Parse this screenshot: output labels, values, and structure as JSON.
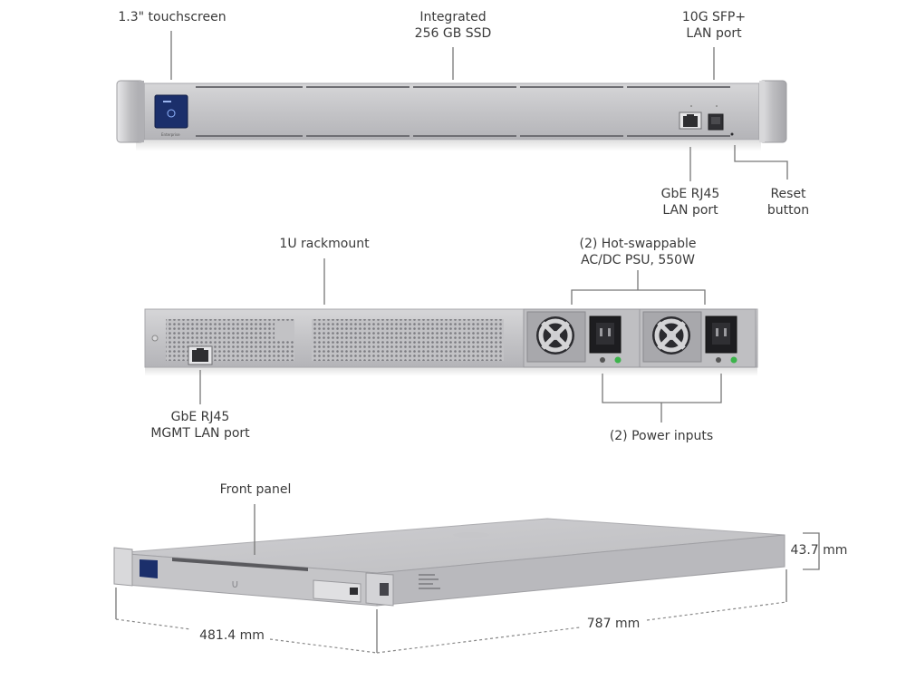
{
  "front_view": {
    "touchscreen_label": "1.3\" touchscreen",
    "ssd_label_line1": "Integrated",
    "ssd_label_line2": "256 GB SSD",
    "sfp_label_line1": "10G SFP+",
    "sfp_label_line2": "LAN port",
    "rj45_label_line1": "GbE RJ45",
    "rj45_label_line2": "LAN port",
    "reset_label_line1": "Reset",
    "reset_label_line2": "button",
    "screen_brand_text": "Enterprise"
  },
  "rear_view": {
    "rackmount_label": "1U rackmount",
    "psu_label_line1": "(2) Hot-swappable",
    "psu_label_line2": "AC/DC PSU, 550W",
    "mgmt_label_line1": "GbE RJ45",
    "mgmt_label_line2": "MGMT LAN port",
    "power_inputs_label": "(2) Power inputs"
  },
  "perspective_view": {
    "front_panel_label": "Front panel",
    "height_label": "43.7 mm",
    "width_label": "481.4 mm",
    "depth_label": "787 mm"
  },
  "colors": {
    "chassis": "#c9c9cb",
    "chassis_dark": "#a9a9ad",
    "screen": "#1b2f6b",
    "leader": "#777777",
    "led_green": "#3cb44b"
  }
}
